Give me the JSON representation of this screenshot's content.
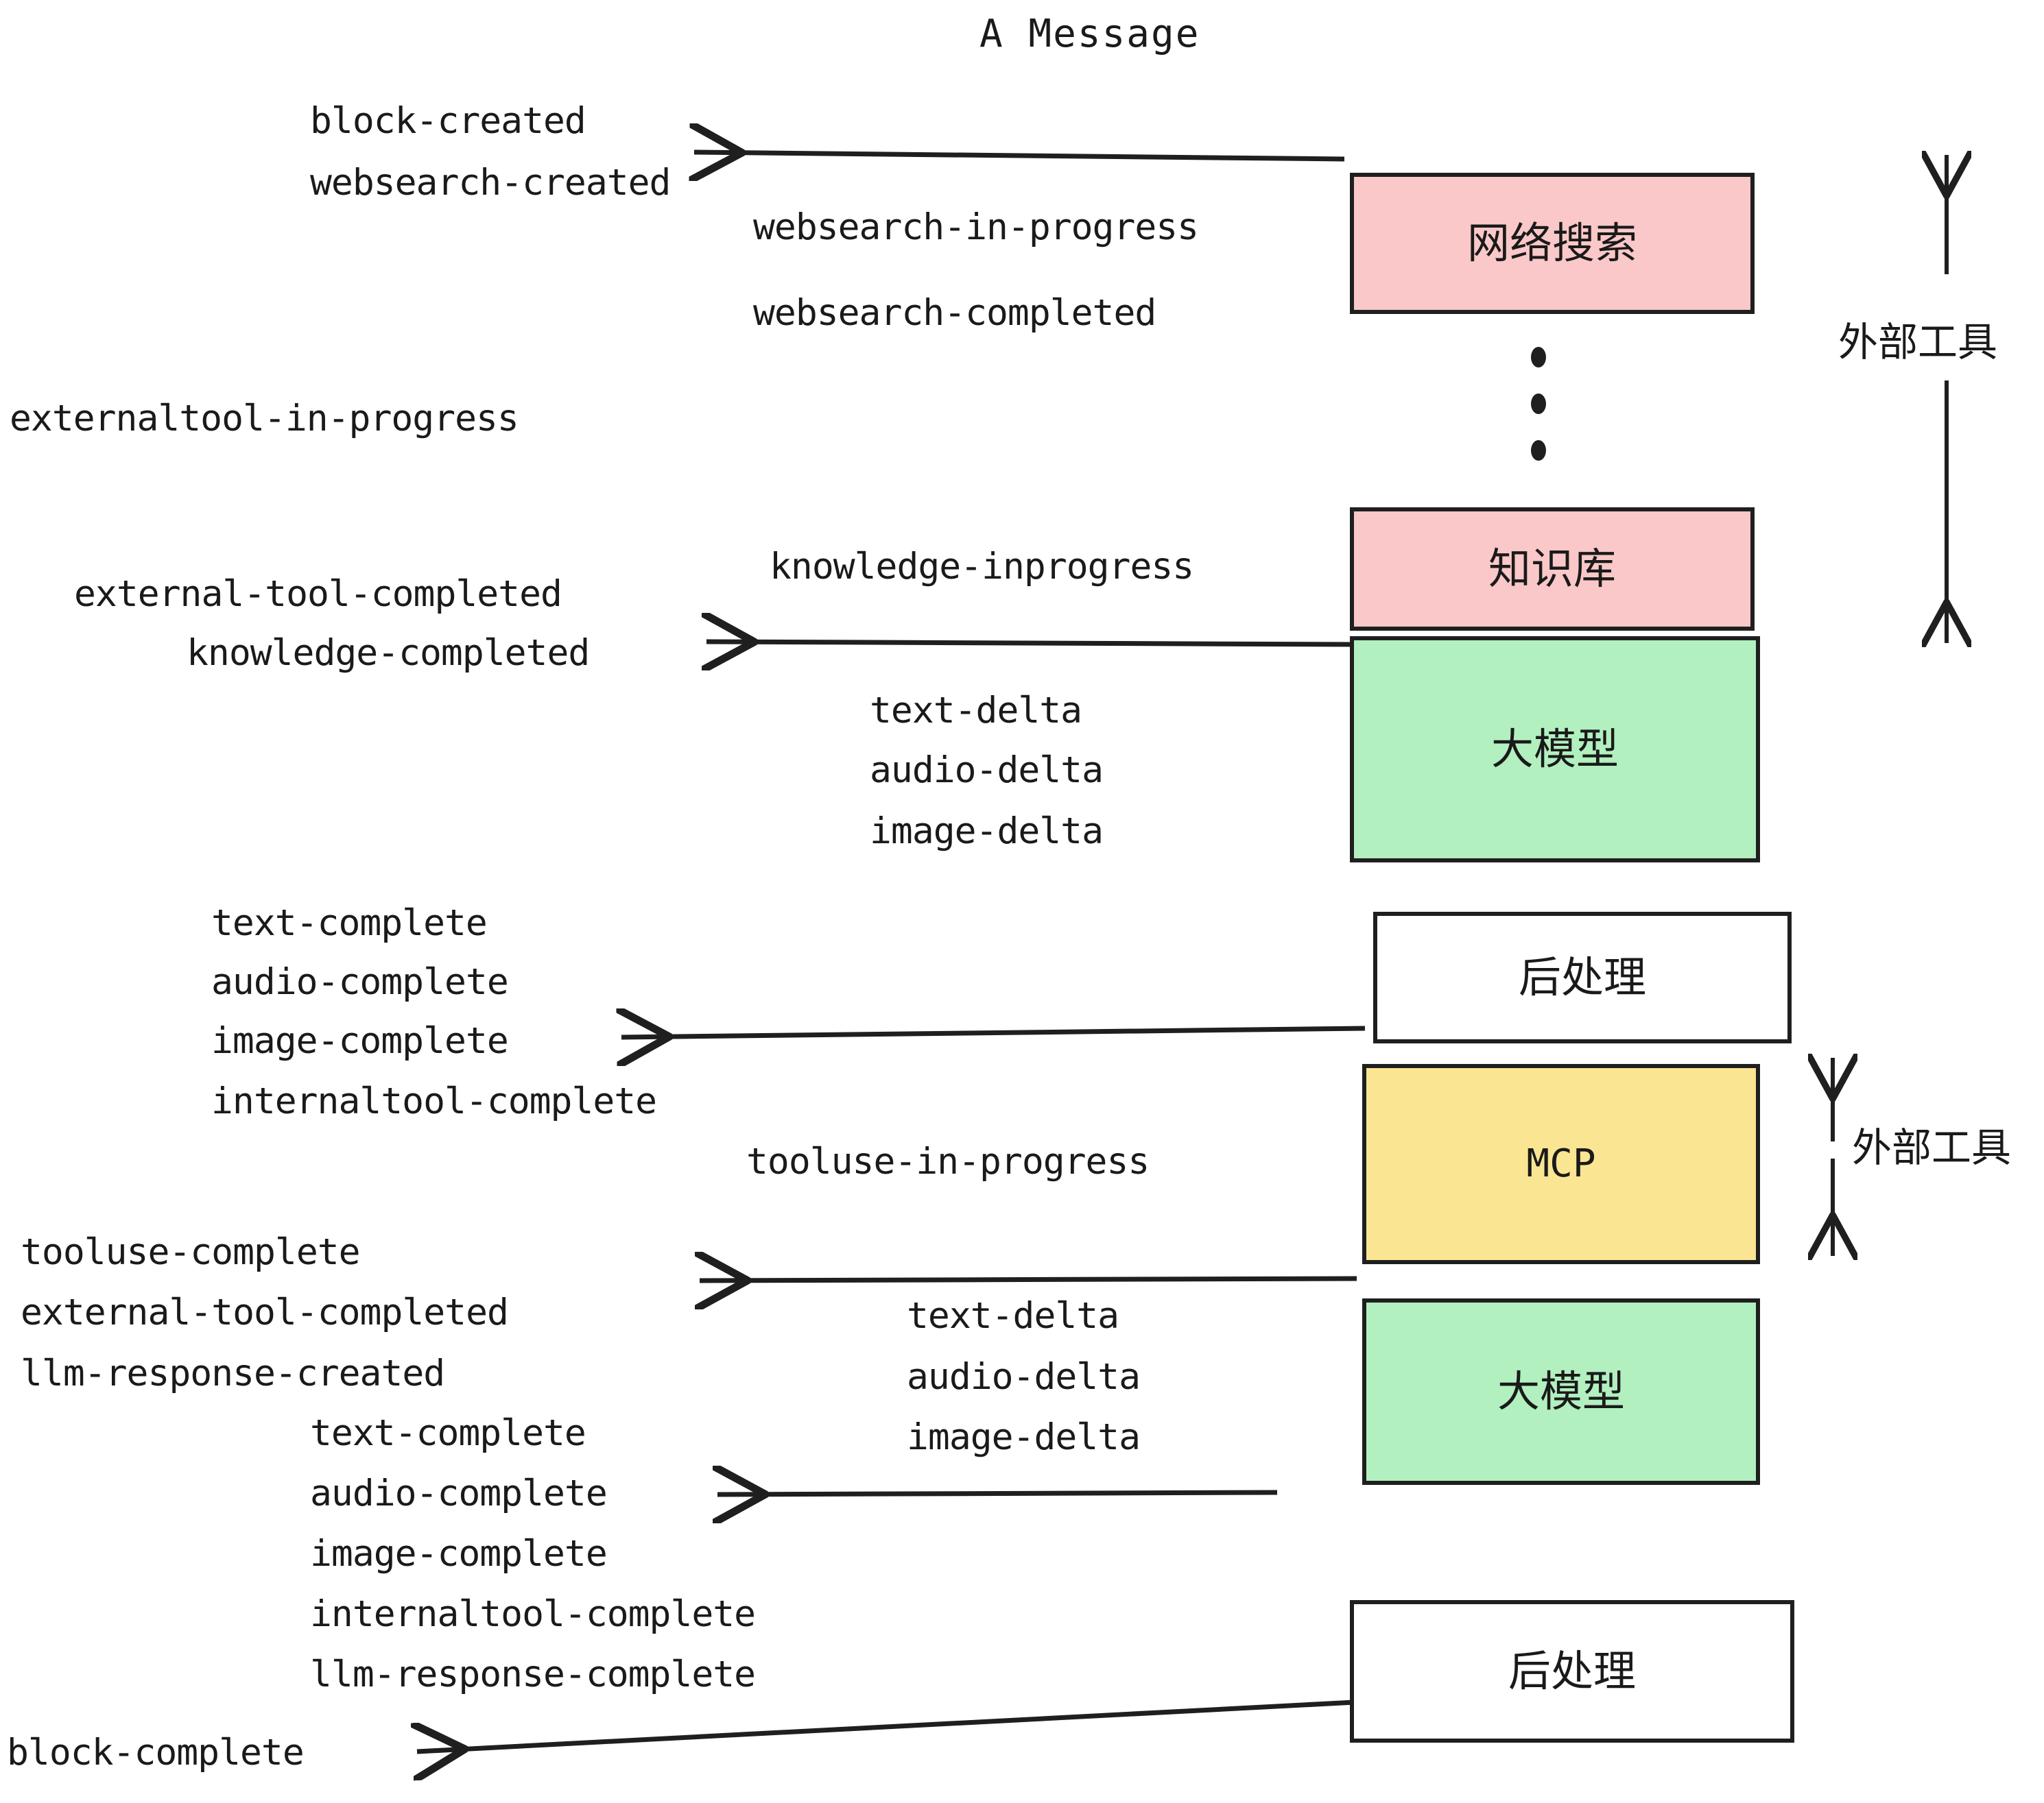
{
  "diagram": {
    "title": "A Message",
    "boxes": [
      {
        "id": "websearch",
        "label": "网络搜索",
        "color": "#fac8c8",
        "kind": "pink"
      },
      {
        "id": "knowledge",
        "label": "知识库",
        "color": "#fac8c8",
        "kind": "pink"
      },
      {
        "id": "llm-top",
        "label": "大模型",
        "color": "#b2f0bf",
        "kind": "green"
      },
      {
        "id": "postprocess-top",
        "label": "后处理",
        "color": "#ffffff",
        "kind": "white"
      },
      {
        "id": "mcp",
        "label": "MCP",
        "color": "#fae592",
        "kind": "yellow"
      },
      {
        "id": "llm-bottom",
        "label": "大模型",
        "color": "#b2f0bf",
        "kind": "green"
      },
      {
        "id": "postprocess-bottom",
        "label": "后处理",
        "color": "#ffffff",
        "kind": "white"
      }
    ],
    "side_annotations": [
      {
        "id": "external-tools-top",
        "label": "外部工具"
      },
      {
        "id": "external-tools-bottom",
        "label": "外部工具"
      }
    ],
    "events": [
      {
        "id": "block-created",
        "text": "block-created"
      },
      {
        "id": "websearch-created",
        "text": "websearch-created"
      },
      {
        "id": "websearch-in-progress",
        "text": "websearch-in-progress"
      },
      {
        "id": "websearch-completed",
        "text": "websearch-completed"
      },
      {
        "id": "externaltool-in-progress",
        "text": "externaltool-in-progress"
      },
      {
        "id": "knowledge-inprogress",
        "text": "knowledge-inprogress"
      },
      {
        "id": "external-tool-completed-1",
        "text": "external-tool-completed"
      },
      {
        "id": "knowledge-completed",
        "text": "knowledge-completed"
      },
      {
        "id": "text-delta-1",
        "text": "text-delta"
      },
      {
        "id": "audio-delta-1",
        "text": "audio-delta"
      },
      {
        "id": "image-delta-1",
        "text": "image-delta"
      },
      {
        "id": "text-complete-1",
        "text": "text-complete"
      },
      {
        "id": "audio-complete-1",
        "text": "audio-complete"
      },
      {
        "id": "image-complete-1",
        "text": "image-complete"
      },
      {
        "id": "internaltool-complete-1",
        "text": "internaltool-complete"
      },
      {
        "id": "tooluse-in-progress",
        "text": "tooluse-in-progress"
      },
      {
        "id": "tooluse-complete",
        "text": "tooluse-complete"
      },
      {
        "id": "external-tool-completed-2",
        "text": "external-tool-completed"
      },
      {
        "id": "llm-response-created",
        "text": "llm-response-created"
      },
      {
        "id": "text-delta-2",
        "text": "text-delta"
      },
      {
        "id": "audio-delta-2",
        "text": "audio-delta"
      },
      {
        "id": "image-delta-2",
        "text": "image-delta"
      },
      {
        "id": "text-complete-2",
        "text": "text-complete"
      },
      {
        "id": "audio-complete-2",
        "text": "audio-complete"
      },
      {
        "id": "image-complete-2",
        "text": "image-complete"
      },
      {
        "id": "internaltool-complete-2",
        "text": "internaltool-complete"
      },
      {
        "id": "llm-response-complete",
        "text": "llm-response-complete"
      },
      {
        "id": "block-complete",
        "text": "block-complete"
      }
    ],
    "colors": {
      "pink": "#fac8c8",
      "green": "#b2f0bf",
      "yellow": "#fae592",
      "white": "#ffffff",
      "stroke": "#1f1f1f",
      "text": "#1a1a1a",
      "background": "#ffffff"
    }
  }
}
